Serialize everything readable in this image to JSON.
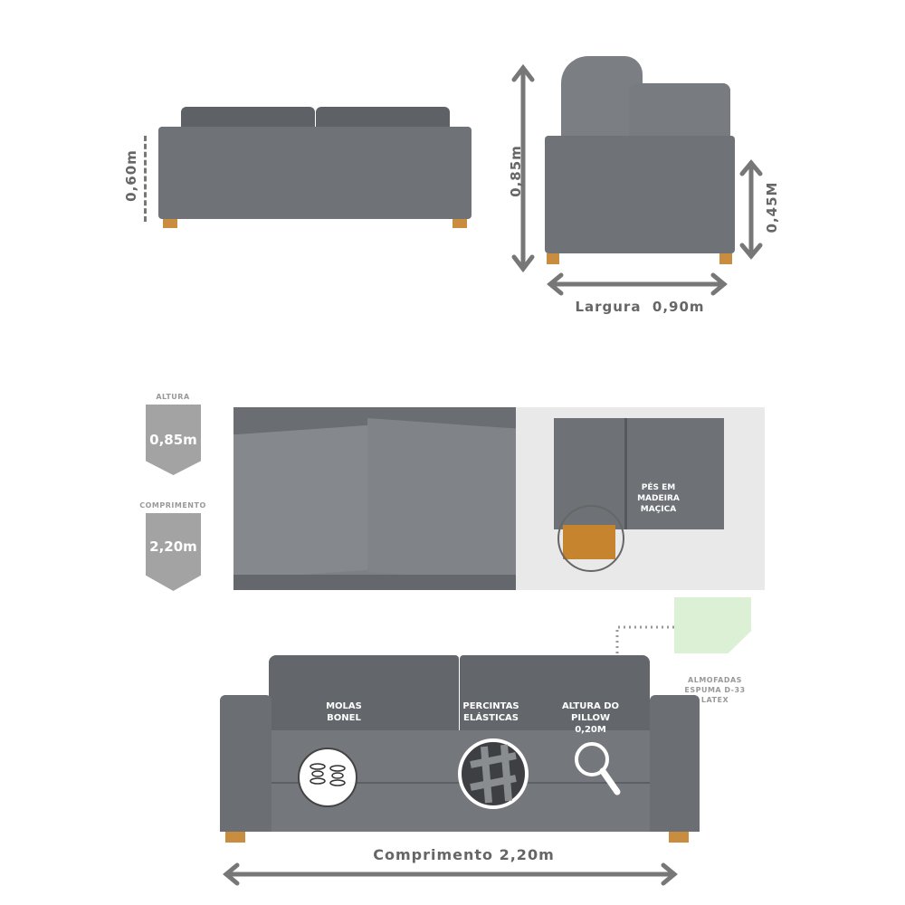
{
  "back_view": {
    "height_label": "0,60m"
  },
  "side_view": {
    "total_height_label": "0,85m",
    "seat_height_label": "0,45M",
    "width_label": "Largura  0,90m"
  },
  "badges": [
    {
      "title": "ALTURA",
      "value": "0,85m"
    },
    {
      "title": "COMPRIMENTO",
      "value": "2,20m"
    }
  ],
  "detail": {
    "feet_label": [
      "PÉS EM",
      "MADEIRA",
      "MAÇICA"
    ]
  },
  "foam": {
    "label": [
      "ALMOFADAS",
      "ESPUMA D-33",
      "LATEX"
    ]
  },
  "front_view": {
    "features": [
      {
        "lines": [
          "MOLAS",
          "BONEL"
        ],
        "icon": "springs-icon"
      },
      {
        "lines": [
          "PERCINTAS",
          "ELÁSTICAS"
        ],
        "icon": "elastic-webbing-icon"
      },
      {
        "lines": [
          "ALTURA DO",
          "PILLOW",
          "0,20M"
        ],
        "icon": "magnifier-icon"
      }
    ],
    "length_label": "Comprimento 2,20m"
  },
  "colors": {
    "fabric": "#6f7377",
    "wood": "#c98d3f",
    "foam": "#dcf0d6",
    "badge": "#a3a3a3"
  }
}
